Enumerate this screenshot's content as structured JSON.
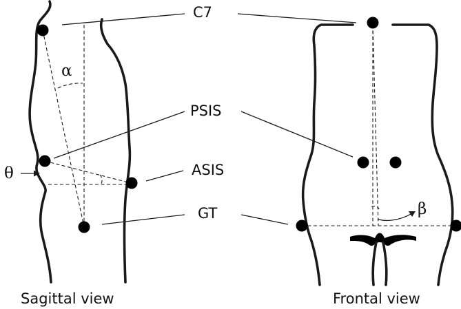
{
  "labels": {
    "c7": "C7",
    "psis": "PSIS",
    "asis": "ASIS",
    "gt": "GT"
  },
  "angles": {
    "alpha": "α",
    "theta": "θ",
    "beta": "β"
  },
  "captions": {
    "sagittal": "Sagittal view",
    "frontal": "Frontal view"
  },
  "colors": {
    "ink": "#1a1a1a",
    "marker": "#000000",
    "background": "#ffffff"
  }
}
